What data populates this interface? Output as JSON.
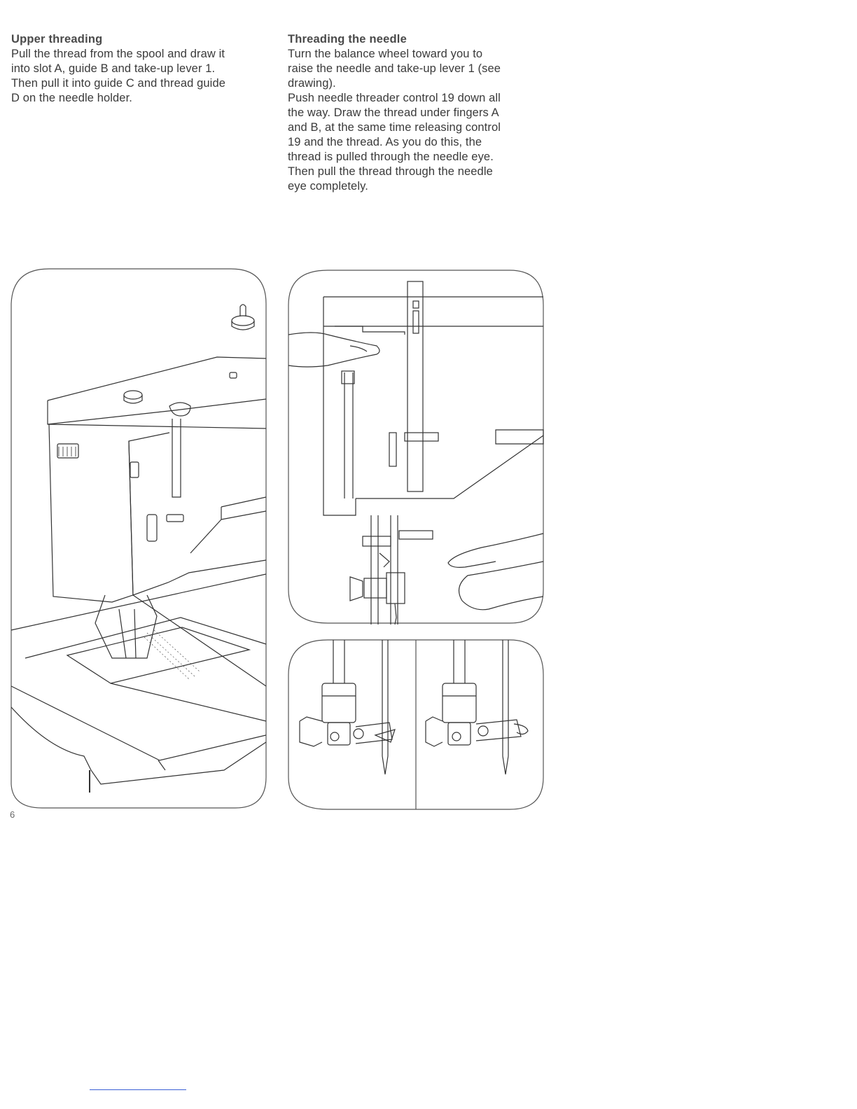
{
  "upper_threading": {
    "heading": "Upper threading",
    "lines": [
      "Pull the thread from the spool and draw it",
      "into slot A, guide B and take-up lever 1.",
      "Then pull it into guide C and thread guide",
      "D on the needle holder."
    ]
  },
  "threading_needle": {
    "heading": "Threading the needle",
    "lines": [
      "Turn the balance wheel toward you to",
      "raise the needle and take-up lever 1 (see",
      "drawing).",
      "Push needle threader control 19 down all",
      "the way. Draw the thread under fingers A",
      "and B, at the same time releasing control",
      "19 and the thread. As you do this, the",
      "thread is pulled through the needle eye.",
      "Then pull the thread through the needle",
      "eye completely."
    ]
  },
  "page_number": "6"
}
